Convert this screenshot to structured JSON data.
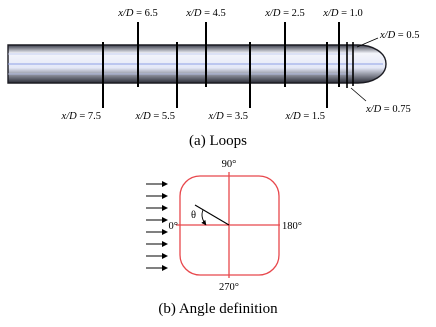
{
  "panel_a": {
    "caption": "(a) Loops",
    "stations_top": [
      {
        "id": "xd-6-5",
        "label_var": "x/D",
        "label_val": " = 6.5"
      },
      {
        "id": "xd-4-5",
        "label_var": "x/D",
        "label_val": " = 4.5"
      },
      {
        "id": "xd-2-5",
        "label_var": "x/D",
        "label_val": " = 2.5"
      },
      {
        "id": "xd-1-0",
        "label_var": "x/D",
        "label_val": " = 1.0"
      }
    ],
    "stations_bottom": [
      {
        "id": "xd-7-5",
        "label_var": "x/D",
        "label_val": " = 7.5"
      },
      {
        "id": "xd-5-5",
        "label_var": "x/D",
        "label_val": " = 5.5"
      },
      {
        "id": "xd-3-5",
        "label_var": "x/D",
        "label_val": " = 3.5"
      },
      {
        "id": "xd-1-5",
        "label_var": "x/D",
        "label_val": " = 1.5"
      }
    ],
    "station_right_top": {
      "label_var": "x/D",
      "label_val": " = 0.5"
    },
    "station_right_bottom": {
      "label_var": "x/D",
      "label_val": " = 0.75"
    }
  },
  "panel_b": {
    "caption": "(b) Angle definition",
    "angle_top": "90°",
    "angle_left": "0°",
    "angle_right": "180°",
    "angle_bottom": "270°",
    "theta": "θ",
    "flow_arrow_count": 8
  },
  "colors": {
    "ink": "#000000",
    "section_outline": "#e8474c",
    "body_fill_light": "#dfe3f5",
    "body_core_line": "#8fa0e6"
  }
}
